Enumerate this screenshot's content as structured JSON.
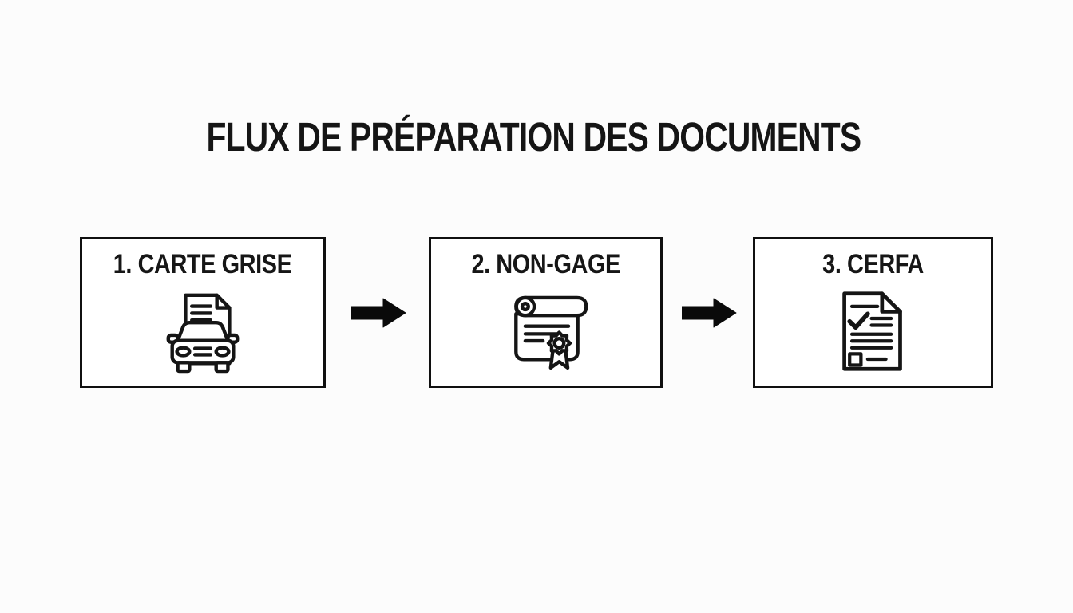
{
  "title": "FLUX DE PRÉPARATION DES DOCUMENTS",
  "colors": {
    "background": "#fcfcfc",
    "ink": "#151515",
    "box_background": "#ffffff",
    "box_border": "#101010"
  },
  "steps": [
    {
      "label": "1. CARTE GRISE",
      "icon": "car-document-icon"
    },
    {
      "label": "2. NON-GAGE",
      "icon": "certificate-seal-icon"
    },
    {
      "label": "3. CERFA",
      "icon": "form-checklist-icon"
    }
  ],
  "connectors": [
    {
      "icon": "arrow-right-icon"
    },
    {
      "icon": "arrow-right-icon"
    }
  ]
}
